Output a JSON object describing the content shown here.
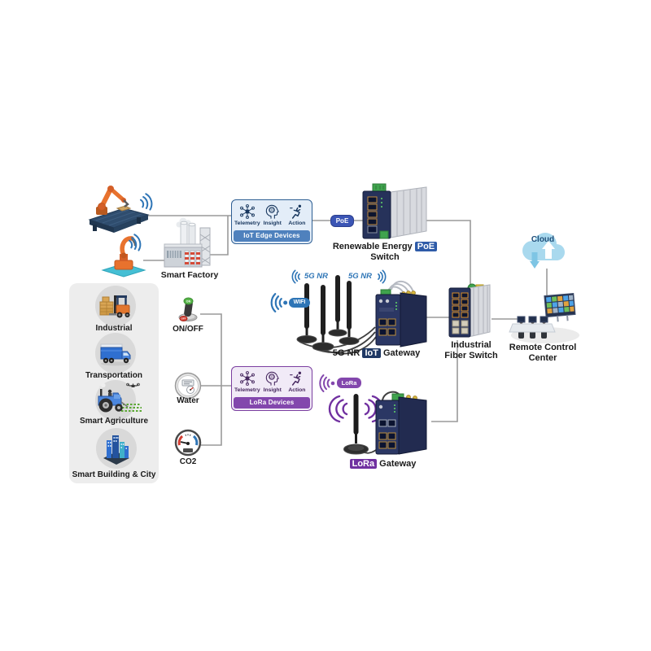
{
  "colors": {
    "accent_blue": "#2e75b6",
    "navy": "#1f3864",
    "steel_blue_banner": "#4f81bd",
    "iot_highlight": "#2e5ba8",
    "purple": "#7030a0",
    "purple_banner": "#8347ad",
    "poe_badge": "#3b55b5",
    "cloud_blue": "#a9d9ee",
    "line_gray": "#9a9a9a",
    "device_navy": "#2b3764"
  },
  "edge": {
    "factory_label": "Smart Factory"
  },
  "iot_box": {
    "telemetry": "Telemetry",
    "insight": "Insight",
    "action": "Action",
    "banner": "IoT Edge Devices"
  },
  "lora_box": {
    "telemetry": "Telemetry",
    "insight": "Insight",
    "action": "Action",
    "banner": "LoRa Devices"
  },
  "poe": {
    "badge": "PoE",
    "label_pre": "Renewable Energy ",
    "label_hl": "PoE",
    "label_post": " Switch"
  },
  "verticals": {
    "v1": "Industrial",
    "v2": "Transportation",
    "v3": "Smart Agriculture",
    "v4": "Smart Building & City"
  },
  "sensors": {
    "onoff_label": "ON/OFF",
    "on": "ON",
    "off": "OFF",
    "water_label": "Water",
    "co2_label": "CO2"
  },
  "g5": {
    "sig1": "5G NR",
    "sig2": "5G NR",
    "wifi_badge": "WIFI",
    "label_pre": "5G NR ",
    "label_hl": "IoT",
    "label_post": " Gateway"
  },
  "lora_gw": {
    "badge": "LoRa",
    "label_hl": "LoRa",
    "label_post": " Gateway"
  },
  "fiber": {
    "line1": "Industrial",
    "line2": "Fiber Switch"
  },
  "remote": {
    "line1": "Remote Control",
    "line2": "Center"
  },
  "cloud": {
    "label": "Cloud"
  }
}
